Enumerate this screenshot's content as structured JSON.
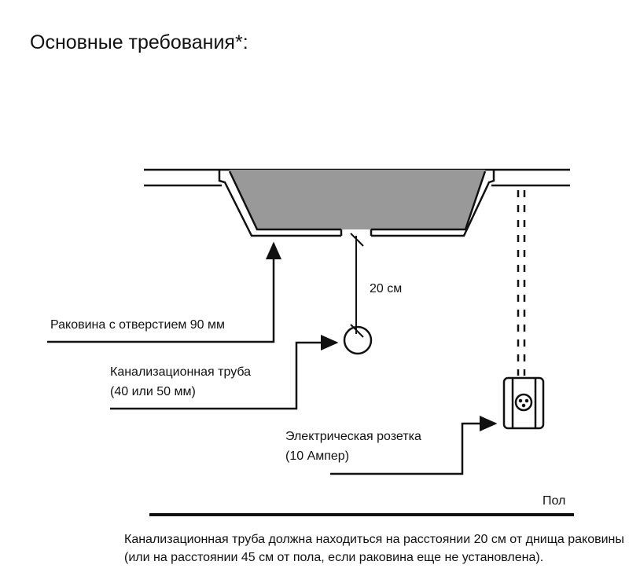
{
  "title": "Основные требования*:",
  "labels": {
    "sink": "Раковина с отверстием 90 мм",
    "distance": "20 см",
    "pipe_line1": "Канализационная труба",
    "pipe_line2": "(40 или 50 мм)",
    "socket_line1": "Электрическая розетка",
    "socket_line2": "(10 Ампер)",
    "floor": "Пол"
  },
  "footnote": {
    "line1": "Канализационная труба должна находиться на расстоянии 20 см от днища раковины",
    "line2": "(или на расстоянии 45 см от пола, если раковина еще не установлена)."
  },
  "colors": {
    "basin": "#999999",
    "ink": "#111111"
  }
}
